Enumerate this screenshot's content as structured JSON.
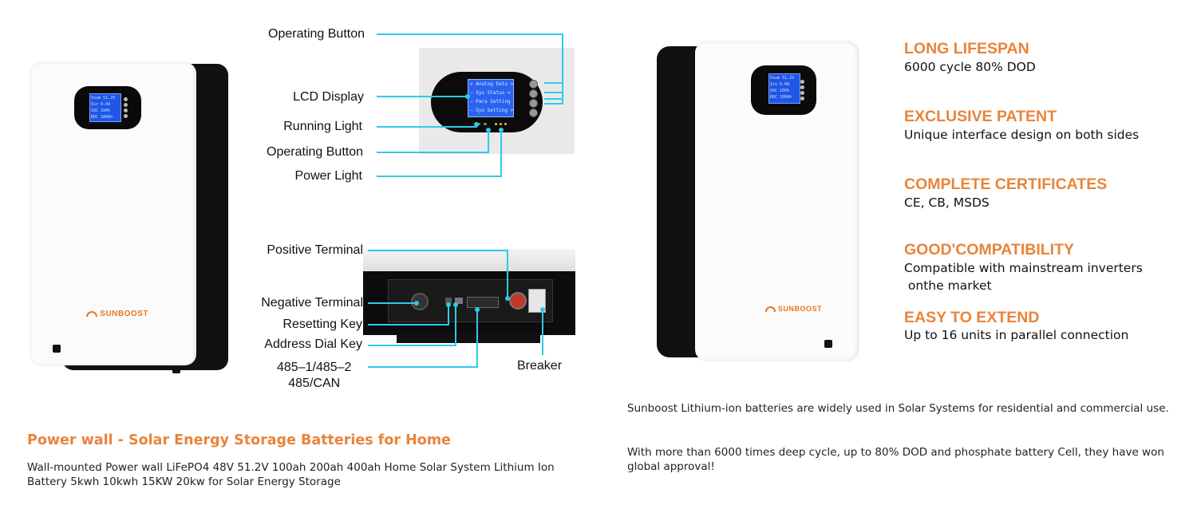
{
  "colors": {
    "accent": "#e8843a",
    "callout_line": "#2ecbe6",
    "lcd_blue": "#1e56e6"
  },
  "brand": {
    "logo": "SUNBOOST"
  },
  "lcd_display": {
    "small": [
      "Vsum  51.2V",
      "Iin    0.0A",
      "SOC   100%",
      "RDC  100Ah"
    ],
    "menu": [
      "> Analog Data >",
      "— Sys Status >",
      "— Para Setting >",
      "— Sys Setting >"
    ]
  },
  "callouts": {
    "operating_button_top": "Operating Button",
    "lcd_display": "LCD Display",
    "running_light": "Running Light",
    "operating_button": "Operating Button",
    "power_light": "Power Light",
    "positive_terminal": "Positive Terminal",
    "negative_terminal": "Negative Terminal",
    "resetting_key": "Resetting Key",
    "address_dial_key": "Address Dial Key",
    "port_485_line1": "485–1/485–2",
    "port_485_line2": "485/CAN",
    "breaker": "Breaker"
  },
  "features": [
    {
      "title": "LONG LIFESPAN",
      "desc": [
        "6000 cycle 80% DOD"
      ]
    },
    {
      "title": "EXCLUSIVE PATENT",
      "desc": [
        "Unique interface design on both sides"
      ]
    },
    {
      "title": "COMPLETE CERTIFICATES",
      "desc": [
        "CE, CB, MSDS"
      ]
    },
    {
      "title": "GOOD'COMPATIBILITY",
      "desc": [
        "Compatible with mainstream inverters",
        " onthe market"
      ]
    },
    {
      "title": "EASY TO EXTEND",
      "desc": [
        "Up to 16 units in parallel connection"
      ]
    }
  ],
  "product": {
    "heading": "Power wall - Solar Energy Storage Batteries for Home",
    "description": "Wall-mounted Power wall LiFePO4 48V 51.2V 100ah 200ah 400ah Home Solar System Lithium Ion Battery 5kwh 10kwh 15KW 20kw for Solar Energy Storage"
  },
  "about": {
    "paragraph1": "Sunboost Lithium-ion batteries are widely used in Solar Systems for residential and commercial use.",
    "paragraph2": "With more than 6000 times deep cycle, up to 80% DOD and phosphate battery Cell, they have won global approval!"
  }
}
